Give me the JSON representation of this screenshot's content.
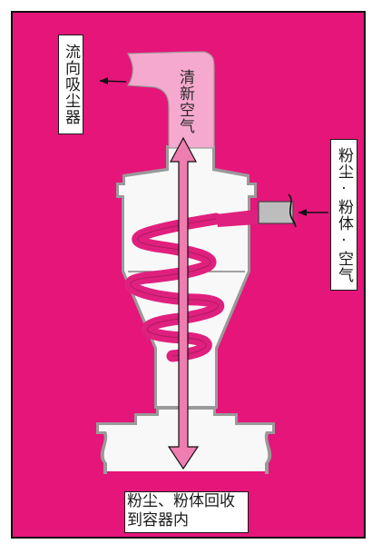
{
  "labels": {
    "exhaust": "流向吸尘器",
    "inlet": "粉尘·粉体·空气",
    "fresh_air": "清新空气",
    "collect_line1": "粉尘、粉体回收",
    "collect_line2": "到容器内"
  },
  "colors": {
    "background": "#E5157A",
    "frame": "#111111",
    "body": "#F8F8F8",
    "body_edge": "#8E8E8E",
    "air_tube": "#F6A9CE",
    "spiral": "#E0207E",
    "arrow": "#EE7DB0",
    "inlet_nozzle": "#BDBDBD"
  }
}
